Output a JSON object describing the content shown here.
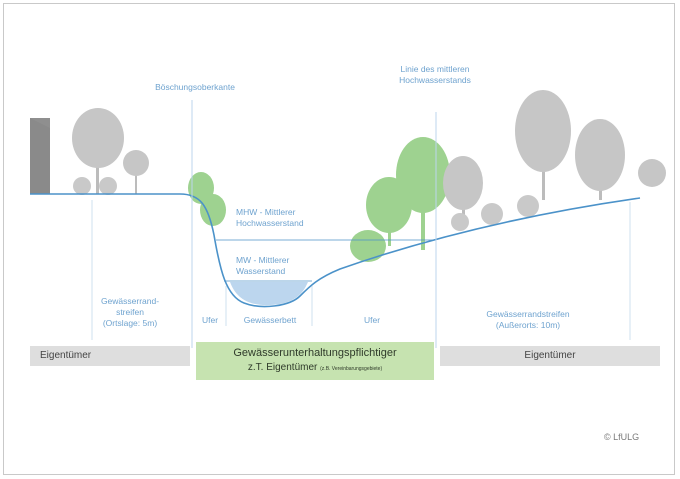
{
  "labels": {
    "boeschung": "Böschungsoberkante",
    "linie_line1": "Linie des mittleren",
    "linie_line2": "Hochwasserstands",
    "mhw_line1": "MHW - Mittlerer",
    "mhw_line2": "Hochwasserstand",
    "mw_line1": "MW - Mittlerer",
    "mw_line2": "Wasserstand",
    "left_strip_line1": "Gewässerrand-",
    "left_strip_line2": "streifen",
    "left_strip_line3": "(Ortslage: 5m)",
    "ufer_left": "Ufer",
    "gewaesserbett": "Gewässerbett",
    "ufer_right": "Ufer",
    "right_strip_line1": "Gewässerrandstreifen",
    "right_strip_line2": "(Außerorts: 10m)"
  },
  "bars": {
    "left_owner": "Eigentümer",
    "center_line1": "Gewässerunterhaltungspflichtiger",
    "center_line2": "z.T. Eigentümer",
    "center_note": "(z.B. Vereinbarungsgebiete)",
    "right_owner": "Eigentümer"
  },
  "copyright": "© LfULG",
  "colors": {
    "green_tree": "#9ed290",
    "grey_tree": "#c6c6c6",
    "trunk": "#bcbcbc",
    "ground_line": "#4b92c9",
    "water": "#bcd6ee",
    "bar_grey": "#dedede",
    "bar_green": "#c6e3b0",
    "building": "#8f8f8f"
  },
  "icons": [
    "copyright-icon"
  ]
}
